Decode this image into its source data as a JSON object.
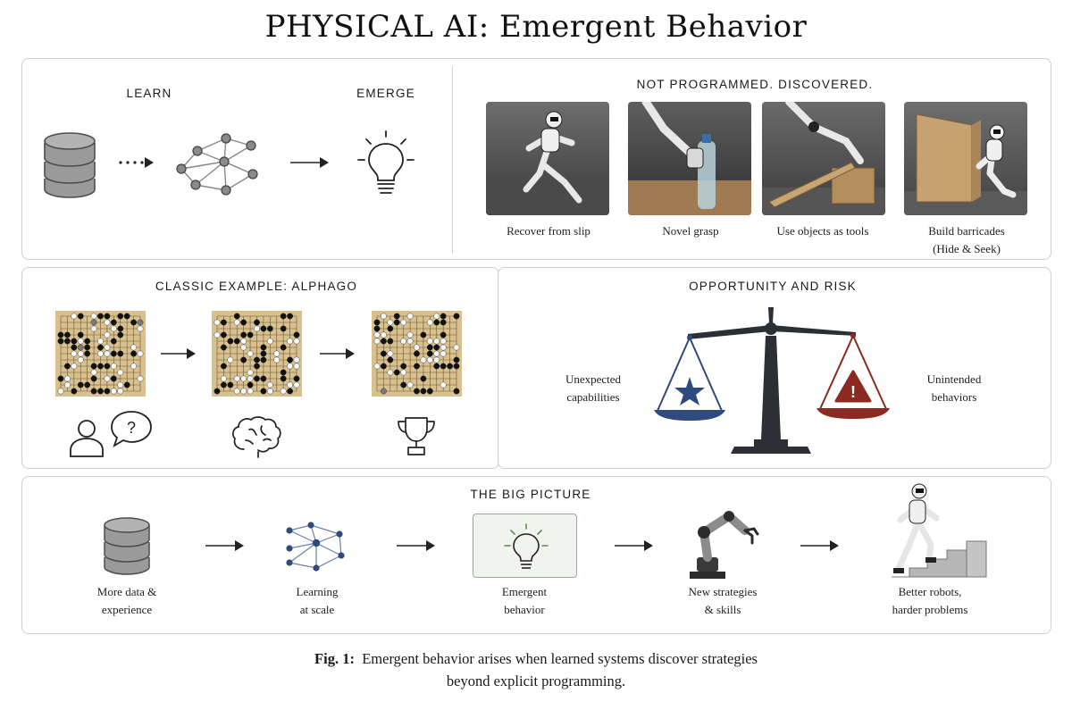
{
  "title": "PHYSICAL AI: Emergent Behavior",
  "learn_panel": {
    "learn_heading": "LEARN",
    "emerge_heading": "EMERGE"
  },
  "discovered_panel": {
    "heading": "NOT PROGRAMMED. DISCOVERED.",
    "examples": [
      {
        "label": "Recover from slip"
      },
      {
        "label": "Novel grasp"
      },
      {
        "label": "Use objects as tools"
      },
      {
        "label_line1": "Build barricades",
        "label_line2": "(Hide & Seek)"
      }
    ]
  },
  "alphago_panel": {
    "heading": "CLASSIC EXAMPLE: ALPHAGO",
    "question_mark": "?"
  },
  "risk_panel": {
    "heading": "OPPORTUNITY AND RISK",
    "left_line1": "Unexpected",
    "left_line2": "capabilities",
    "right_line1": "Unintended",
    "right_line2": "behaviors",
    "warning_mark": "!"
  },
  "big_picture": {
    "heading": "THE BIG PICTURE",
    "steps": [
      {
        "line1": "More data &",
        "line2": "experience"
      },
      {
        "line1": "Learning",
        "line2": "at scale"
      },
      {
        "line1": "Emergent",
        "line2": "behavior"
      },
      {
        "line1": "New strategies",
        "line2": "& skills"
      },
      {
        "line1": "Better robots,",
        "line2": "harder problems"
      }
    ]
  },
  "caption": {
    "prefix": "Fig. 1:",
    "line1": "Emergent behavior arises when learned systems discover strategies",
    "line2": "beyond explicit programming."
  },
  "colors": {
    "navy": "#2e4a7e",
    "red": "#8a2a22",
    "beam": "#2c2f36",
    "board": "#d8c08f",
    "bulb_green": "#5c8a4a"
  }
}
